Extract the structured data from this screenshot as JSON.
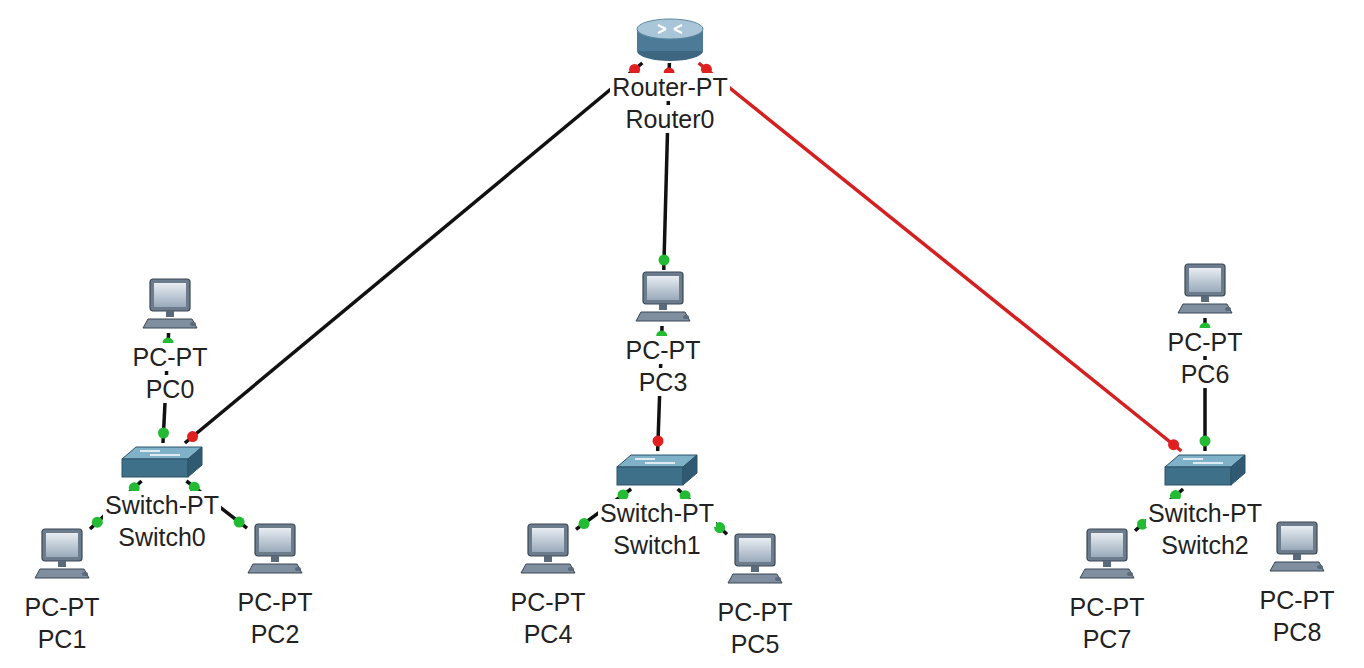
{
  "diagram": {
    "nodes": [
      {
        "text": [
          "Router-PT",
          "Router0"
        ]
      },
      {
        "text": [
          "PC-PT",
          "PC0"
        ]
      },
      {
        "text": [
          "PC-PT",
          "PC3"
        ]
      },
      {
        "text": [
          "PC-PT",
          "PC6"
        ]
      },
      {
        "text": [
          "Switch-PT",
          "Switch0"
        ]
      },
      {
        "text": [
          "Switch-PT",
          "Switch1"
        ]
      },
      {
        "text": [
          "Switch-PT",
          "Switch2"
        ]
      },
      {
        "text": [
          "PC-PT",
          "PC1"
        ]
      },
      {
        "text": [
          "PC-PT",
          "PC2"
        ]
      },
      {
        "text": [
          "PC-PT",
          "PC4"
        ]
      },
      {
        "text": [
          "PC-PT",
          "PC5"
        ]
      },
      {
        "text": [
          "PC-PT",
          "PC7"
        ]
      },
      {
        "text": [
          "PC-PT",
          "PC8"
        ]
      }
    ],
    "edges": [
      {
        "from": 0,
        "to": 4,
        "arrow": "none"
      },
      {
        "from": 0,
        "to": 2,
        "arrow": "none"
      },
      {
        "from": 0,
        "to": 6,
        "arrow": "none"
      },
      {
        "from": 1,
        "to": 4,
        "arrow": "none"
      },
      {
        "from": 2,
        "to": 5,
        "arrow": "none"
      },
      {
        "from": 3,
        "to": 6,
        "arrow": "none"
      },
      {
        "from": 4,
        "to": 7,
        "arrow": "none"
      },
      {
        "from": 4,
        "to": 8,
        "arrow": "none"
      },
      {
        "from": 5,
        "to": 9,
        "arrow": "none"
      },
      {
        "from": 5,
        "to": 10,
        "arrow": "none"
      },
      {
        "from": 6,
        "to": 11,
        "arrow": "none"
      }
    ]
  }
}
